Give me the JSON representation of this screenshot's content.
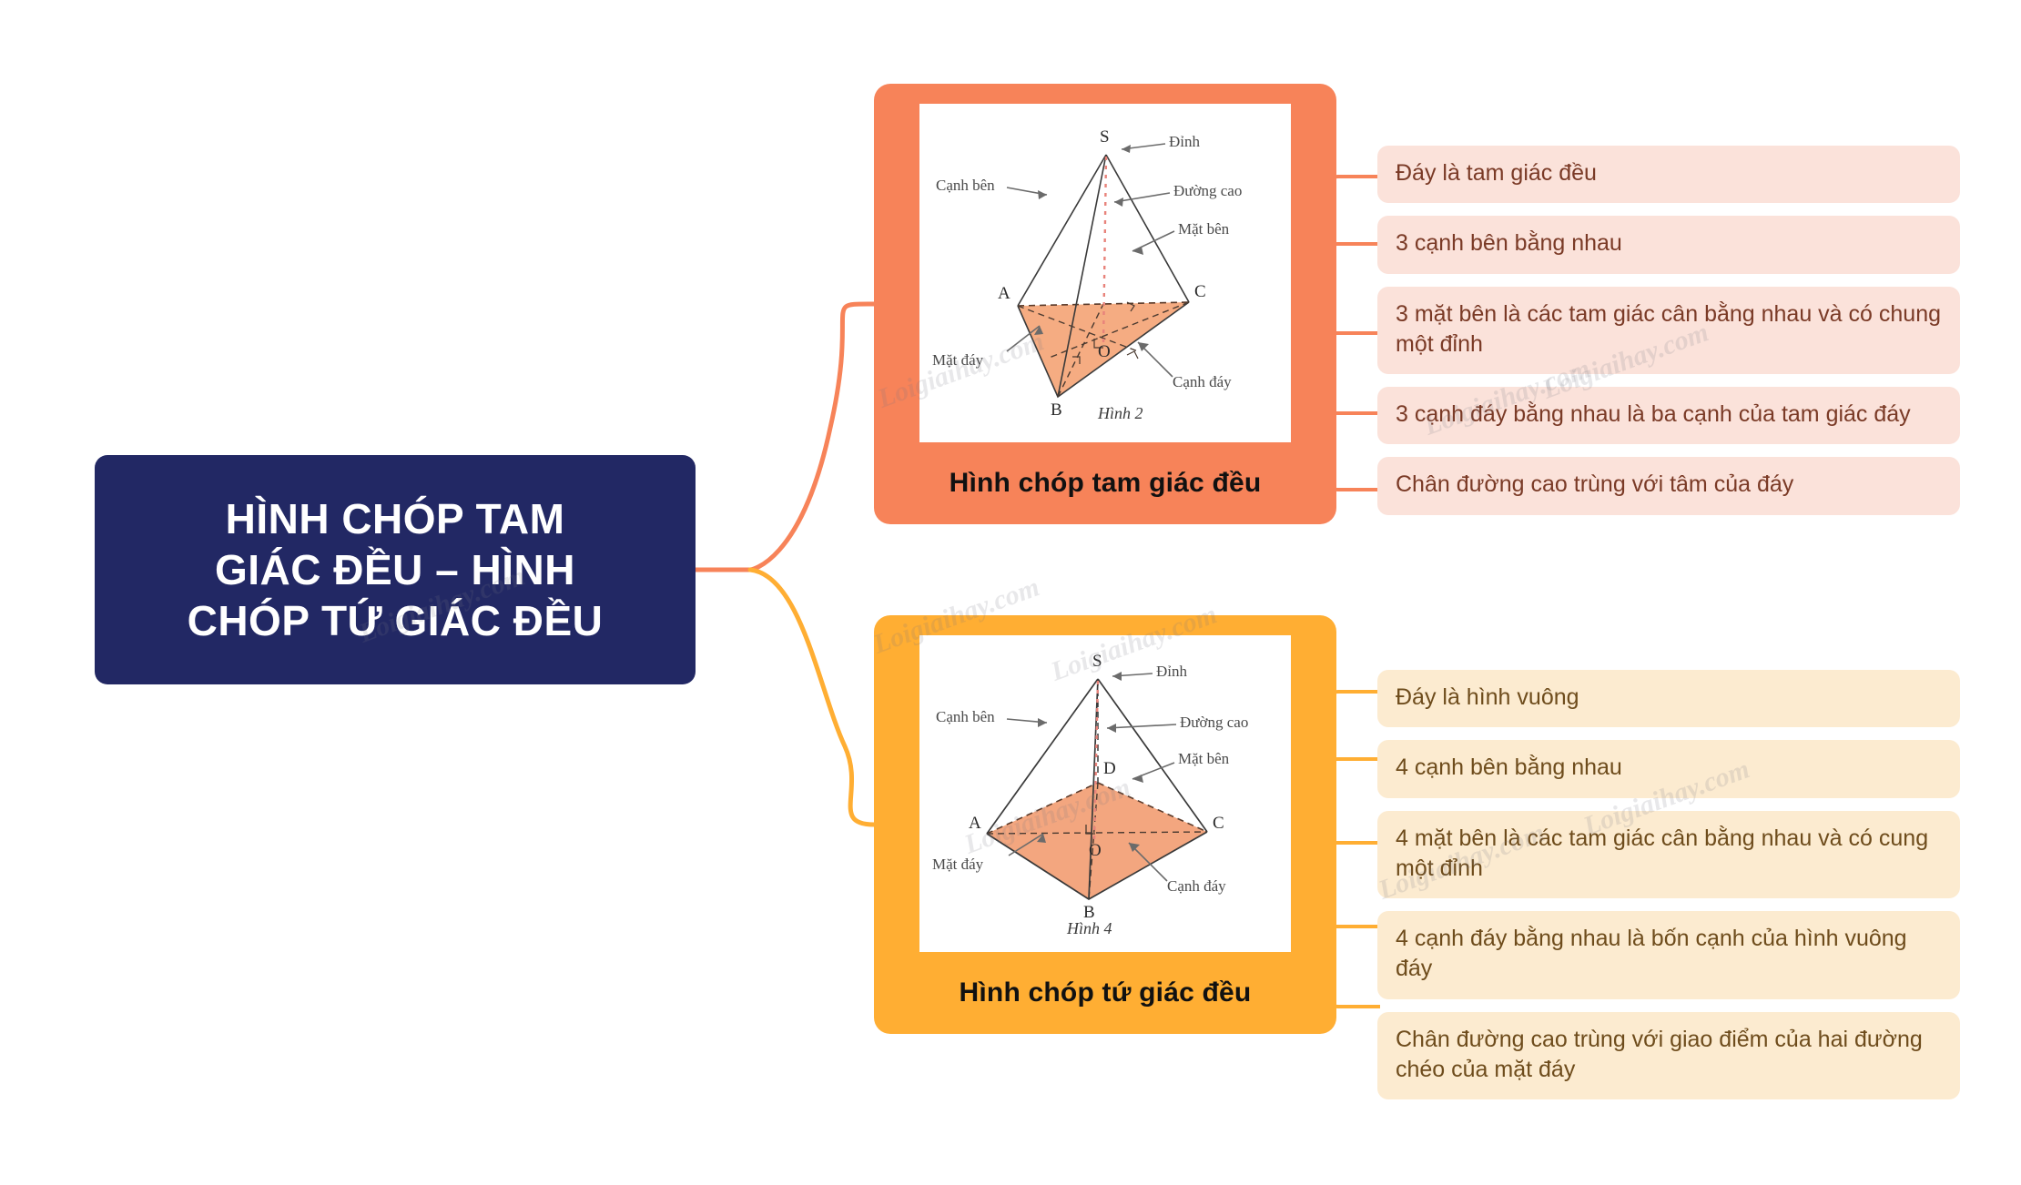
{
  "root": {
    "title": "HÌNH CHÓP TAM\nGIÁC ĐỀU – HÌNH\nCHÓP TỨ GIÁC ĐỀU",
    "bg_color": "#222864",
    "text_color": "#FFFFFF"
  },
  "branches": [
    {
      "id": "tam-giac-deu",
      "accent_color": "#F78359",
      "pill_bg": "#FBE2DA",
      "pill_text": "#7A3A26",
      "caption": "Hình chóp tam giác đều",
      "figure": {
        "figure_caption": "Hình 2",
        "labels": [
          "Đỉnh",
          "Đường cao",
          "Mặt bên",
          "Cạnh bên",
          "Mặt đáy",
          "Cạnh đáy"
        ],
        "vertices": [
          "S",
          "A",
          "B",
          "C",
          "O"
        ]
      },
      "bullets": [
        "Đáy là tam giác đều",
        "3 cạnh bên bằng nhau",
        "3 mặt bên là các tam giác cân bằng nhau và có chung một đỉnh",
        "3 cạnh đáy bằng nhau là ba cạnh của tam giác đáy",
        "Chân đường cao trùng với tâm của đáy"
      ]
    },
    {
      "id": "tu-giac-deu",
      "accent_color": "#FFAE33",
      "pill_bg": "#FCEBD0",
      "pill_text": "#6E4C1C",
      "caption": "Hình chóp tứ giác đều",
      "figure": {
        "figure_caption": "Hình 4",
        "labels": [
          "Đỉnh",
          "Đường cao",
          "Mặt bên",
          "Cạnh bên",
          "Mặt đáy",
          "Cạnh đáy"
        ],
        "vertices": [
          "S",
          "A",
          "B",
          "C",
          "D",
          "O"
        ]
      },
      "bullets": [
        "Đáy là hình vuông",
        "4 cạnh bên bằng nhau",
        "4 mặt bên là các tam giác cân bằng nhau và có cung một đỉnh",
        "4 cạnh đáy bằng nhau là bốn cạnh của hình vuông đáy",
        "Chân đường cao trùng với giao điểm của hai đường chéo của mặt đáy"
      ]
    }
  ],
  "watermark": {
    "text": "Loigiaihay.com"
  }
}
